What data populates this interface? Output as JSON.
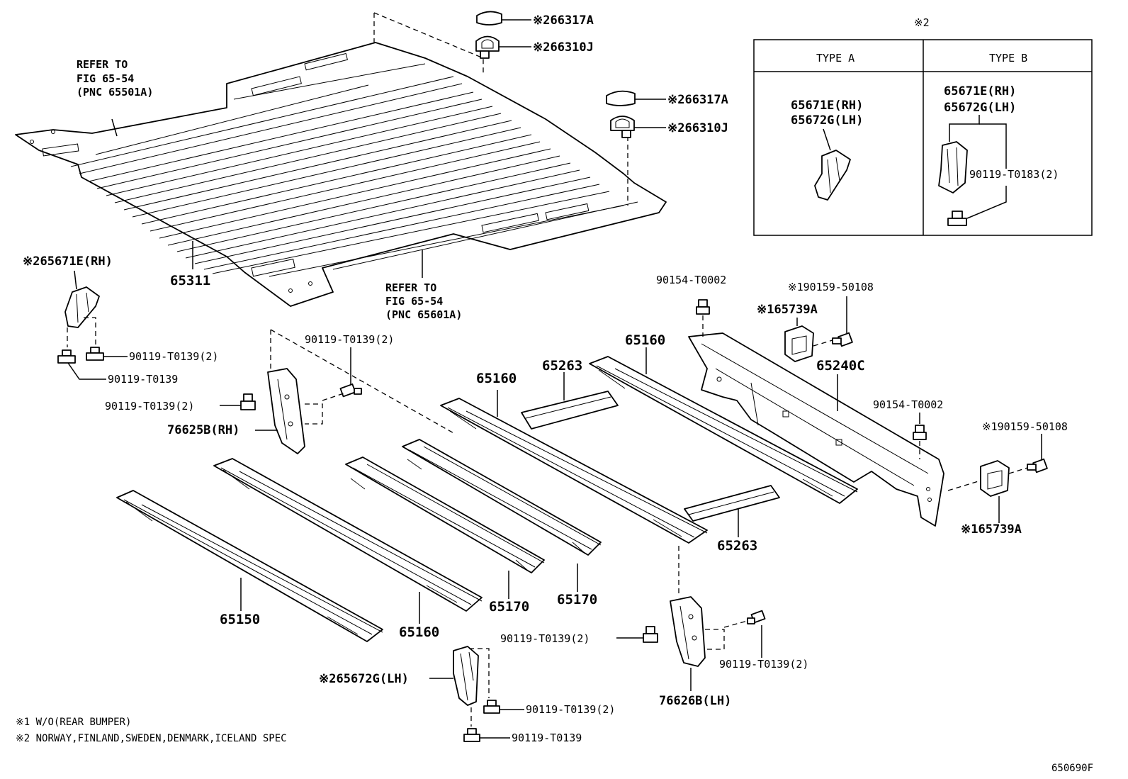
{
  "labels": {
    "refer1": [
      "REFER TO",
      "FIG 65-54",
      "(PNC 65501A)"
    ],
    "refer2": [
      "REFER TO",
      "FIG 65-54",
      "(PNC 65601A)"
    ],
    "p65311": "65311",
    "p66317A_1": "※266317A",
    "p66310J_1": "※266310J",
    "p66317A_2": "※266317A",
    "p66310J_2": "※266310J",
    "p65671E_rh": "※265671E(RH)",
    "p90119_t0139_2_a": "90119-T0139(2)",
    "p90119_t0139_a": "90119-T0139",
    "p90119_t0139_2_b": "90119-T0139(2)",
    "p90119_t0139_2_c": "90119-T0139(2)",
    "p76625B": "76625B(RH)",
    "p65160_a": "65160",
    "p65263_a": "65263",
    "p65160_b": "65160",
    "p90154_a": "90154-T0002",
    "p90159_a": "※190159-50108",
    "p65739A_a": "※165739A",
    "p65240C": "65240C",
    "p90154_b": "90154-T0002",
    "p90159_b": "※190159-50108",
    "p65739A_b": "※165739A",
    "p65263_b": "65263",
    "p65150": "65150",
    "p65160_c": "65160",
    "p65170_a": "65170",
    "p65170_b": "65170",
    "p90119_t0139_2_d": "90119-T0139(2)",
    "p90119_t0139_2_e": "90119-T0139(2)",
    "p76626B": "76626B(LH)",
    "p65672G_lh": "※265672G(LH)",
    "p90119_t0139_2_f": "90119-T0139(2)",
    "p90119_t0139_b": "90119-T0139"
  },
  "inset": {
    "mark": "※2",
    "type_a": "TYPE A",
    "type_b": "TYPE B",
    "a_rh": "65671E(RH)",
    "a_lh": "65672G(LH)",
    "b_rh": "65671E(RH)",
    "b_lh": "65672G(LH)",
    "b_bolt": "90119-T0183(2)"
  },
  "notes": {
    "note1": "※1 W/O(REAR BUMPER)",
    "note2": "※2 NORWAY,FINLAND,SWEDEN,DENMARK,ICELAND SPEC"
  },
  "figure_id": "650690F"
}
